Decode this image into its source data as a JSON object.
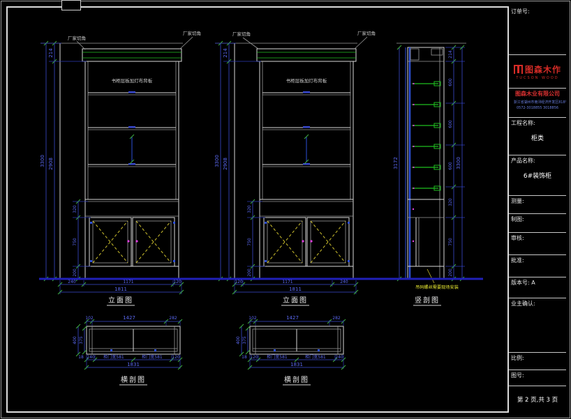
{
  "sheet": {
    "footer": "第 2 页,共 3 页"
  },
  "colors": {
    "brand_red": "#d42b26",
    "dim_blue": "#5a68f0",
    "shelf_green": "#1fbf1f",
    "hatch_olive": "#8a9a20",
    "floor_blue": "#2020b8",
    "accent_magenta": "#e040e0",
    "dash_yellow": "#cfc22e"
  },
  "title_block": {
    "order_label": "订单号:",
    "logo_name": "图森木作",
    "logo_sub": "TUCSON WOOD",
    "company": "图森木业有限公司",
    "address_line1": "浙江省湖州市南浔经济开发区818号",
    "address_line2": "0572-3018855  3018856",
    "project_label": "工程名称:",
    "project_value": "柜类",
    "product_label": "产品名称:",
    "product_value": "6#装饰柜",
    "measure_label": "测量:",
    "draft_label": "制图:",
    "audit_label": "审核:",
    "approve_label": "批准:",
    "version_label": "版本号: A",
    "owner_label": "业主确认:",
    "scale_label": "比例:",
    "figure_label": "图号:"
  },
  "notes": {
    "corner_cut": "厂家切角",
    "shelf_note": "书柜层板加灯布背板",
    "install_note": "吊码螺丝需要现场安装"
  },
  "elev_common": {
    "total_h": "3300",
    "crown_h": "214",
    "body_h": "2908",
    "upper_h": "320",
    "door_h": "750",
    "base_h": "200"
  },
  "elev_left": {
    "caption": "立面图",
    "b1": "240",
    "b2": "1171",
    "b3": "120",
    "b_total": "1811"
  },
  "elev_right": {
    "caption": "立面图",
    "b1": "120",
    "b2": "1171",
    "b3": "240",
    "b_total": "1811"
  },
  "section": {
    "caption": "竖剖图",
    "inner_h": "3172",
    "total_h": "3300",
    "seg1": "214",
    "seg2": "600",
    "seg3": "600",
    "seg4": "600",
    "seg5": "320",
    "seg6": "750",
    "seg7": "200"
  },
  "plan_left": {
    "caption": "横剖图",
    "t1": "102",
    "t2": "1427",
    "t3": "282",
    "depth": "400",
    "inner_depth": "375",
    "edge": "18",
    "b1": "240",
    "door1": "柜门宽581",
    "door2": "柜门宽581",
    "b4": "120",
    "b_total": "1831"
  },
  "plan_right": {
    "caption": "横剖图",
    "t1": "102",
    "t2": "1427",
    "t3": "282",
    "depth": "400",
    "inner_depth": "375",
    "edge": "18",
    "b1": "120",
    "door1": "柜门宽581",
    "door2": "柜门宽581",
    "b4": "240",
    "b_total": "1831"
  }
}
